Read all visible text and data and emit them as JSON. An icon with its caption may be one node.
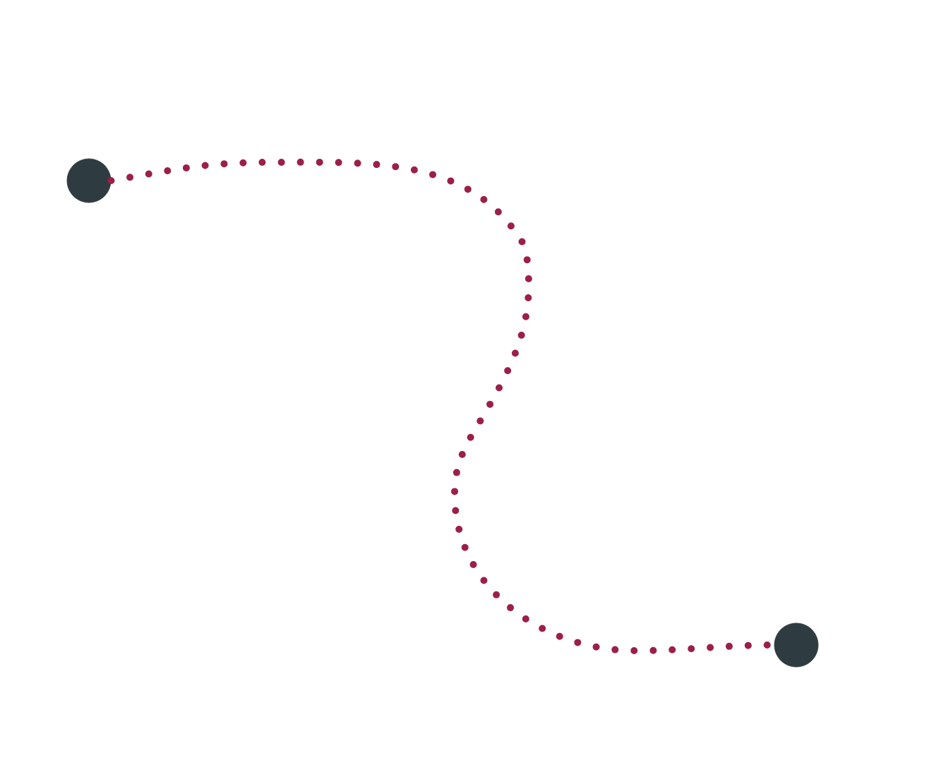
{
  "diagram": {
    "nodes": [
      {
        "text": [],
        "shape": "circle"
      },
      {
        "text": [],
        "shape": "circle"
      }
    ],
    "edges": [
      {
        "from": 0,
        "to": 1,
        "arrow": "none",
        "style": "dashed",
        "color": "#9c1f4b"
      }
    ]
  }
}
